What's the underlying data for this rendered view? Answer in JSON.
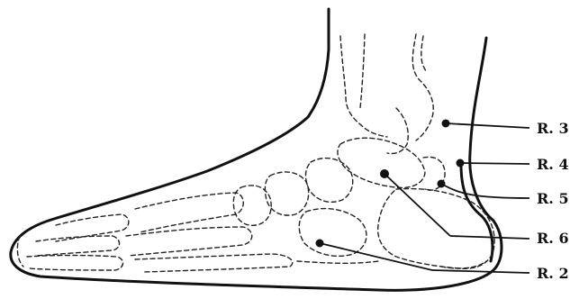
{
  "points": [
    {
      "id": "R3",
      "label": "R. 3"
    },
    {
      "id": "R4",
      "label": "R. 4"
    },
    {
      "id": "R5",
      "label": "R. 5"
    },
    {
      "id": "R6",
      "label": "R. 6"
    },
    {
      "id": "R2",
      "label": "R. 2"
    }
  ]
}
